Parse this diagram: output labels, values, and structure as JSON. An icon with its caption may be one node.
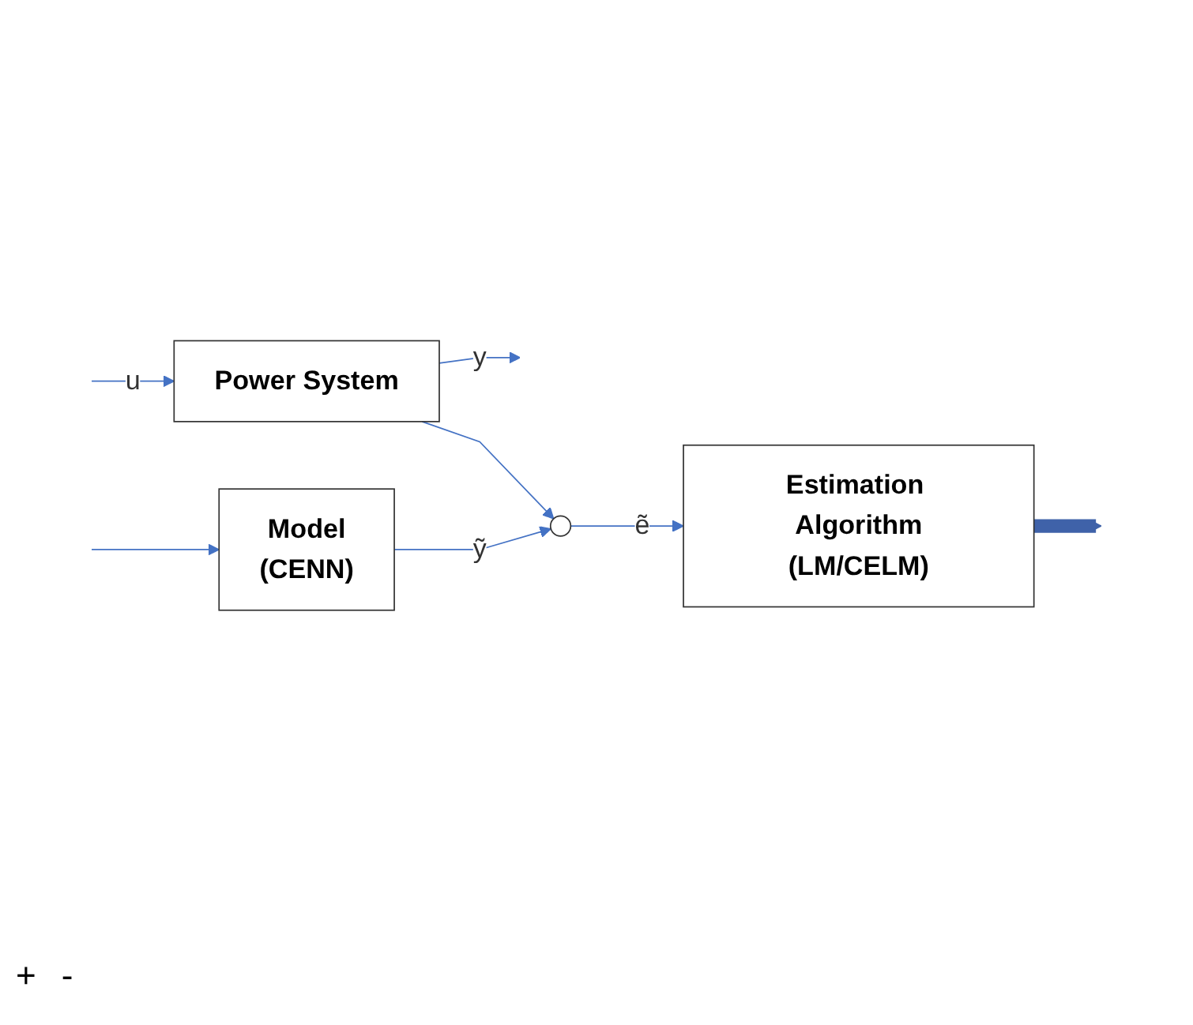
{
  "diagram": {
    "nodes": [
      {
        "text": [
          "Power System"
        ]
      },
      {
        "text": [
          "Model",
          "(CENN)"
        ]
      },
      {
        "text": [],
        "shape": "circle"
      },
      {
        "text": [
          "Estimation Algorithm",
          "(LM/CELM)"
        ]
      }
    ],
    "edges": [
      {
        "from": null,
        "to": 0,
        "arrow": "to",
        "label": "u"
      },
      {
        "from": null,
        "to": 1,
        "arrow": "to"
      },
      {
        "from": 0,
        "to": null,
        "arrow": "to",
        "label": "y"
      },
      {
        "from": 0,
        "to": 2,
        "arrow": "to"
      },
      {
        "from": 1,
        "to": 2,
        "arrow": "to",
        "label": "ỹ"
      },
      {
        "from": 2,
        "to": 3,
        "arrow": "to",
        "label": "ẽ"
      },
      {
        "from": 3,
        "to": null,
        "arrow": "to",
        "style": "thick",
        "color": "#3f62a9"
      }
    ],
    "labels": [
      "+",
      "-"
    ]
  }
}
